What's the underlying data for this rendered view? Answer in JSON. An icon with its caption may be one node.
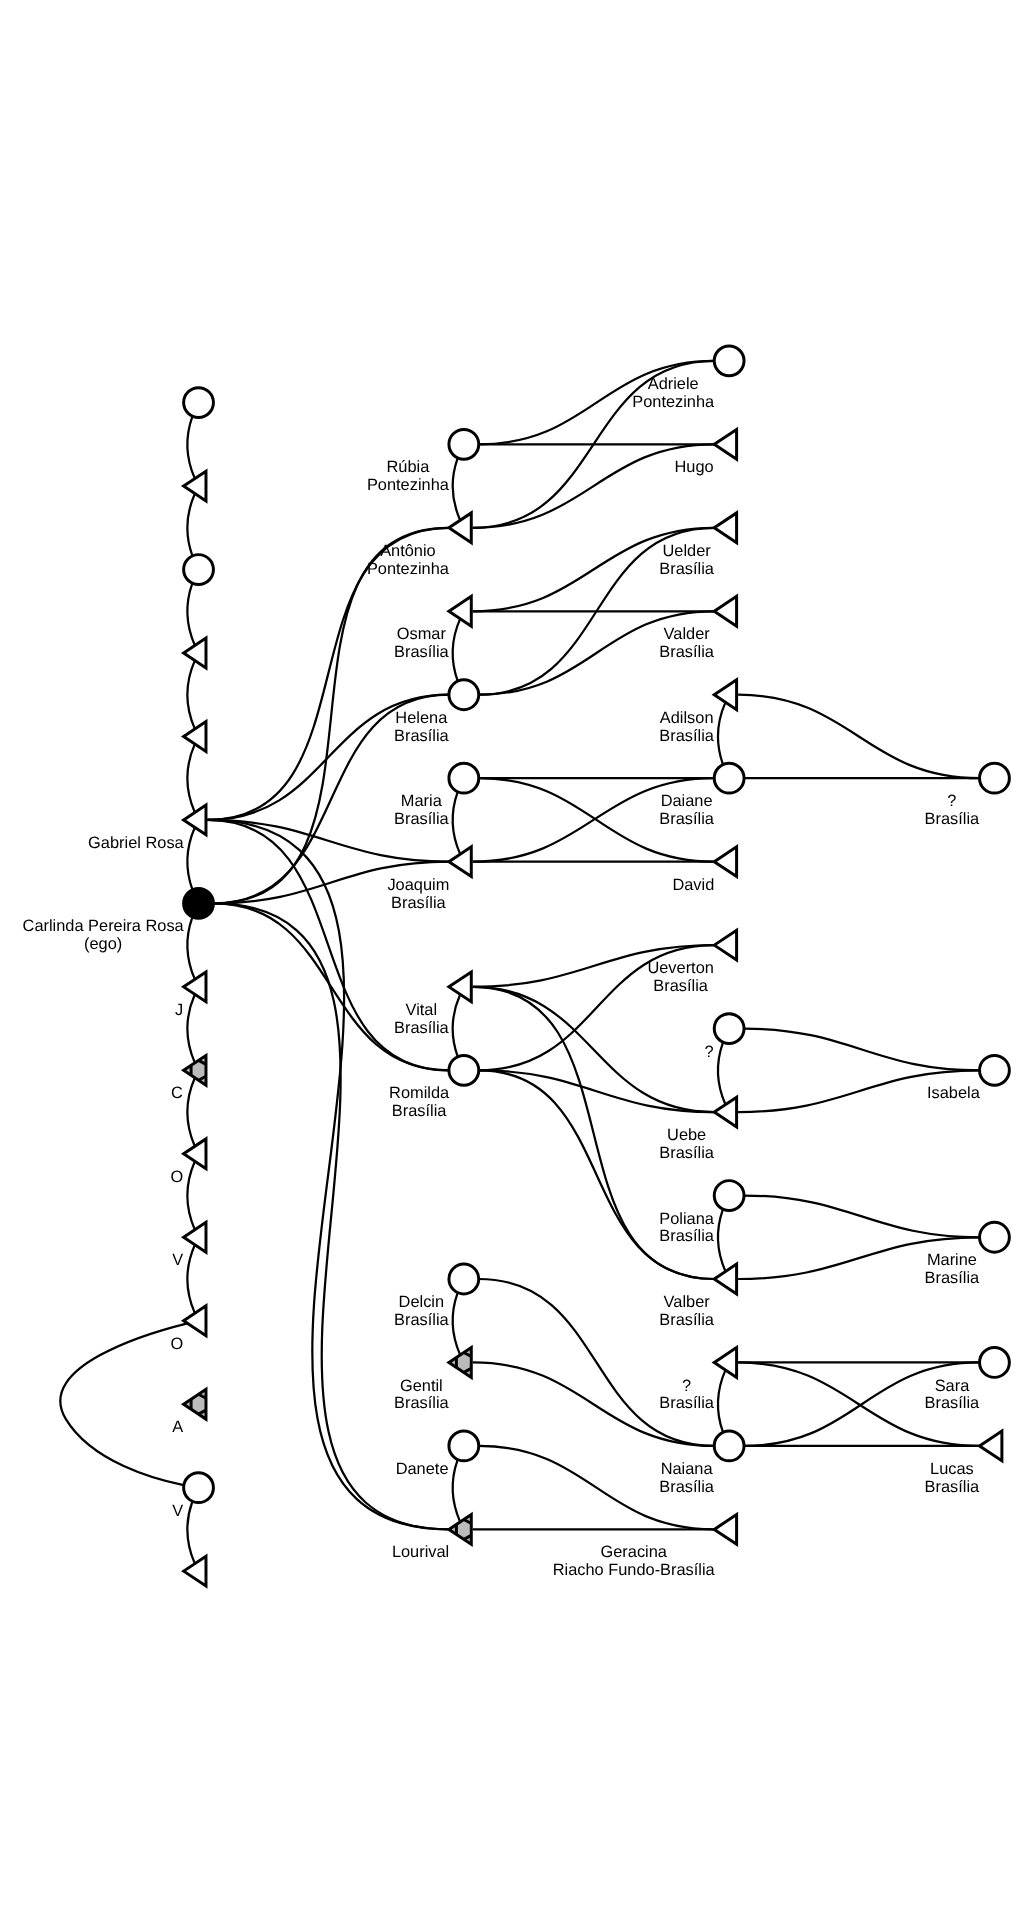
{
  "diagram": {
    "nodes": [
      {
        "text": [],
        "shape": "circle"
      },
      {
        "text": [],
        "shape": "triangle"
      },
      {
        "text": [],
        "shape": "circle"
      },
      {
        "text": [],
        "shape": "triangle"
      },
      {
        "text": [],
        "shape": "triangle"
      },
      {
        "text": [],
        "shape": "triangle",
        "beside": [
          "Gabriel Rosa"
        ]
      },
      {
        "text": [],
        "shape": "filled-circle",
        "beside": [
          "Carlinda Pereira Rosa",
          "(ego)"
        ]
      },
      {
        "text": [],
        "shape": "triangle",
        "beside": [
          "J"
        ]
      },
      {
        "text": [],
        "shape": "crossed-triangle",
        "beside": [
          "C"
        ]
      },
      {
        "text": [],
        "shape": "triangle",
        "beside": [
          "O"
        ]
      },
      {
        "text": [],
        "shape": "triangle",
        "beside": [
          "V"
        ]
      },
      {
        "text": [],
        "shape": "triangle",
        "beside": [
          "O"
        ]
      },
      {
        "text": [],
        "shape": "crossed-triangle",
        "beside": [
          "A"
        ]
      },
      {
        "text": [],
        "shape": "circle",
        "beside": [
          "V"
        ]
      },
      {
        "text": [],
        "shape": "triangle"
      },
      {
        "text": [],
        "shape": "circle",
        "beside": [
          "Rúbia",
          "Pontezinha"
        ]
      },
      {
        "text": [],
        "shape": "triangle",
        "beside": [
          "Antônio",
          "Pontezinha"
        ]
      },
      {
        "text": [],
        "shape": "triangle",
        "beside": [
          "Osmar",
          "Brasília"
        ]
      },
      {
        "text": [],
        "shape": "circle",
        "beside": [
          "Helena",
          "Brasília"
        ]
      },
      {
        "text": [],
        "shape": "circle",
        "beside": [
          "Maria",
          "Brasília"
        ]
      },
      {
        "text": [],
        "shape": "triangle",
        "beside": [
          "Joaquim",
          "Brasília"
        ]
      },
      {
        "text": [],
        "shape": "triangle",
        "beside": [
          "Vital",
          "Brasília"
        ]
      },
      {
        "text": [],
        "shape": "circle",
        "beside": [
          "Romilda",
          "Brasília"
        ]
      },
      {
        "text": [],
        "shape": "circle",
        "beside": [
          "Delcin",
          "Brasília"
        ]
      },
      {
        "text": [],
        "shape": "crossed-triangle",
        "beside": [
          "Gentil",
          "Brasília"
        ]
      },
      {
        "text": [],
        "shape": "circle",
        "beside": [
          "Danete"
        ]
      },
      {
        "text": [],
        "shape": "crossed-triangle",
        "beside": [
          "Lourival"
        ]
      },
      {
        "text": [],
        "shape": "circle",
        "beside": [
          "Adriele",
          "Pontezinha"
        ]
      },
      {
        "text": [],
        "shape": "triangle",
        "beside": [
          "Hugo"
        ]
      },
      {
        "text": [],
        "shape": "triangle",
        "beside": [
          "Uelder",
          "Brasília"
        ]
      },
      {
        "text": [],
        "shape": "triangle",
        "beside": [
          "Valder",
          "Brasília"
        ]
      },
      {
        "text": [],
        "shape": "triangle",
        "beside": [
          "Adilson",
          "Brasília"
        ]
      },
      {
        "text": [],
        "shape": "circle",
        "beside": [
          "Daiane",
          "Brasília"
        ]
      },
      {
        "text": [],
        "shape": "triangle",
        "beside": [
          "David"
        ]
      },
      {
        "text": [],
        "shape": "triangle",
        "beside": [
          "Ueverton",
          "Brasília"
        ]
      },
      {
        "text": [],
        "shape": "circle",
        "beside": [
          "?"
        ]
      },
      {
        "text": [],
        "shape": "triangle",
        "beside": [
          "Uebe",
          "Brasília"
        ]
      },
      {
        "text": [],
        "shape": "circle",
        "beside": [
          "Poliana",
          "Brasília"
        ]
      },
      {
        "text": [],
        "shape": "triangle",
        "beside": [
          "Valber",
          "Brasília"
        ]
      },
      {
        "text": [],
        "shape": "triangle",
        "beside": [
          "?",
          "Brasília"
        ]
      },
      {
        "text": [],
        "shape": "circle",
        "beside": [
          "Naiana",
          "Brasília"
        ]
      },
      {
        "text": [],
        "shape": "triangle",
        "beside": [
          "Geracina",
          "Riacho Fundo-Brasília"
        ]
      },
      {
        "text": [],
        "shape": "circle",
        "beside": [
          "?",
          "Brasília"
        ]
      },
      {
        "text": [],
        "shape": "circle",
        "beside": [
          "Isabela"
        ]
      },
      {
        "text": [],
        "shape": "circle",
        "beside": [
          "Marine",
          "Brasília"
        ]
      },
      {
        "text": [],
        "shape": "circle",
        "beside": [
          "Sara",
          "Brasília"
        ]
      },
      {
        "text": [],
        "shape": "triangle",
        "beside": [
          "Lucas",
          "Brasília"
        ]
      }
    ],
    "edges": [
      {
        "from": 0,
        "to": 1,
        "arrow": "none"
      },
      {
        "from": 1,
        "to": 2,
        "arrow": "none"
      },
      {
        "from": 2,
        "to": 3,
        "arrow": "none"
      },
      {
        "from": 3,
        "to": 4,
        "arrow": "none"
      },
      {
        "from": 4,
        "to": 5,
        "arrow": "none"
      },
      {
        "from": 6,
        "to": 7,
        "arrow": "none"
      },
      {
        "from": 7,
        "to": 8,
        "arrow": "none"
      },
      {
        "from": 8,
        "to": 9,
        "arrow": "none"
      },
      {
        "from": 9,
        "to": 10,
        "arrow": "none"
      },
      {
        "from": 10,
        "to": 11,
        "arrow": "none"
      },
      {
        "from": 11,
        "to": 13,
        "arrow": "none"
      },
      {
        "from": 13,
        "to": 14,
        "arrow": "none"
      },
      {
        "from": 5,
        "to": 6,
        "arrow": "none"
      },
      {
        "from": 5,
        "to": 16,
        "arrow": "none"
      },
      {
        "from": 6,
        "to": 16,
        "arrow": "none"
      },
      {
        "from": 5,
        "to": 18,
        "arrow": "none"
      },
      {
        "from": 6,
        "to": 18,
        "arrow": "none"
      },
      {
        "from": 5,
        "to": 20,
        "arrow": "none"
      },
      {
        "from": 6,
        "to": 20,
        "arrow": "none"
      },
      {
        "from": 5,
        "to": 22,
        "arrow": "none"
      },
      {
        "from": 6,
        "to": 22,
        "arrow": "none"
      },
      {
        "from": 5,
        "to": 26,
        "arrow": "none"
      },
      {
        "from": 6,
        "to": 26,
        "arrow": "none"
      },
      {
        "from": 15,
        "to": 16,
        "arrow": "none"
      },
      {
        "from": 17,
        "to": 18,
        "arrow": "none"
      },
      {
        "from": 19,
        "to": 20,
        "arrow": "none"
      },
      {
        "from": 21,
        "to": 22,
        "arrow": "none"
      },
      {
        "from": 23,
        "to": 24,
        "arrow": "none"
      },
      {
        "from": 25,
        "to": 26,
        "arrow": "none"
      },
      {
        "from": 15,
        "to": 27,
        "arrow": "none"
      },
      {
        "from": 16,
        "to": 27,
        "arrow": "none"
      },
      {
        "from": 15,
        "to": 28,
        "arrow": "none"
      },
      {
        "from": 16,
        "to": 28,
        "arrow": "none"
      },
      {
        "from": 17,
        "to": 29,
        "arrow": "none"
      },
      {
        "from": 18,
        "to": 29,
        "arrow": "none"
      },
      {
        "from": 17,
        "to": 30,
        "arrow": "none"
      },
      {
        "from": 18,
        "to": 30,
        "arrow": "none"
      },
      {
        "from": 19,
        "to": 32,
        "arrow": "none"
      },
      {
        "from": 20,
        "to": 32,
        "arrow": "none"
      },
      {
        "from": 19,
        "to": 33,
        "arrow": "none"
      },
      {
        "from": 20,
        "to": 33,
        "arrow": "none"
      },
      {
        "from": 21,
        "to": 34,
        "arrow": "none"
      },
      {
        "from": 22,
        "to": 34,
        "arrow": "none"
      },
      {
        "from": 21,
        "to": 36,
        "arrow": "none"
      },
      {
        "from": 22,
        "to": 36,
        "arrow": "none"
      },
      {
        "from": 21,
        "to": 38,
        "arrow": "none"
      },
      {
        "from": 22,
        "to": 38,
        "arrow": "none"
      },
      {
        "from": 23,
        "to": 40,
        "arrow": "none"
      },
      {
        "from": 24,
        "to": 40,
        "arrow": "none"
      },
      {
        "from": 25,
        "to": 41,
        "arrow": "none"
      },
      {
        "from": 26,
        "to": 41,
        "arrow": "none"
      },
      {
        "from": 31,
        "to": 32,
        "arrow": "none"
      },
      {
        "from": 35,
        "to": 36,
        "arrow": "none"
      },
      {
        "from": 37,
        "to": 38,
        "arrow": "none"
      },
      {
        "from": 39,
        "to": 40,
        "arrow": "none"
      },
      {
        "from": 31,
        "to": 42,
        "arrow": "none"
      },
      {
        "from": 32,
        "to": 42,
        "arrow": "none"
      },
      {
        "from": 35,
        "to": 43,
        "arrow": "none"
      },
      {
        "from": 36,
        "to": 43,
        "arrow": "none"
      },
      {
        "from": 37,
        "to": 44,
        "arrow": "none"
      },
      {
        "from": 38,
        "to": 44,
        "arrow": "none"
      },
      {
        "from": 39,
        "to": 45,
        "arrow": "none"
      },
      {
        "from": 40,
        "to": 45,
        "arrow": "none"
      },
      {
        "from": 39,
        "to": 46,
        "arrow": "none"
      },
      {
        "from": 40,
        "to": 46,
        "arrow": "none"
      }
    ]
  }
}
